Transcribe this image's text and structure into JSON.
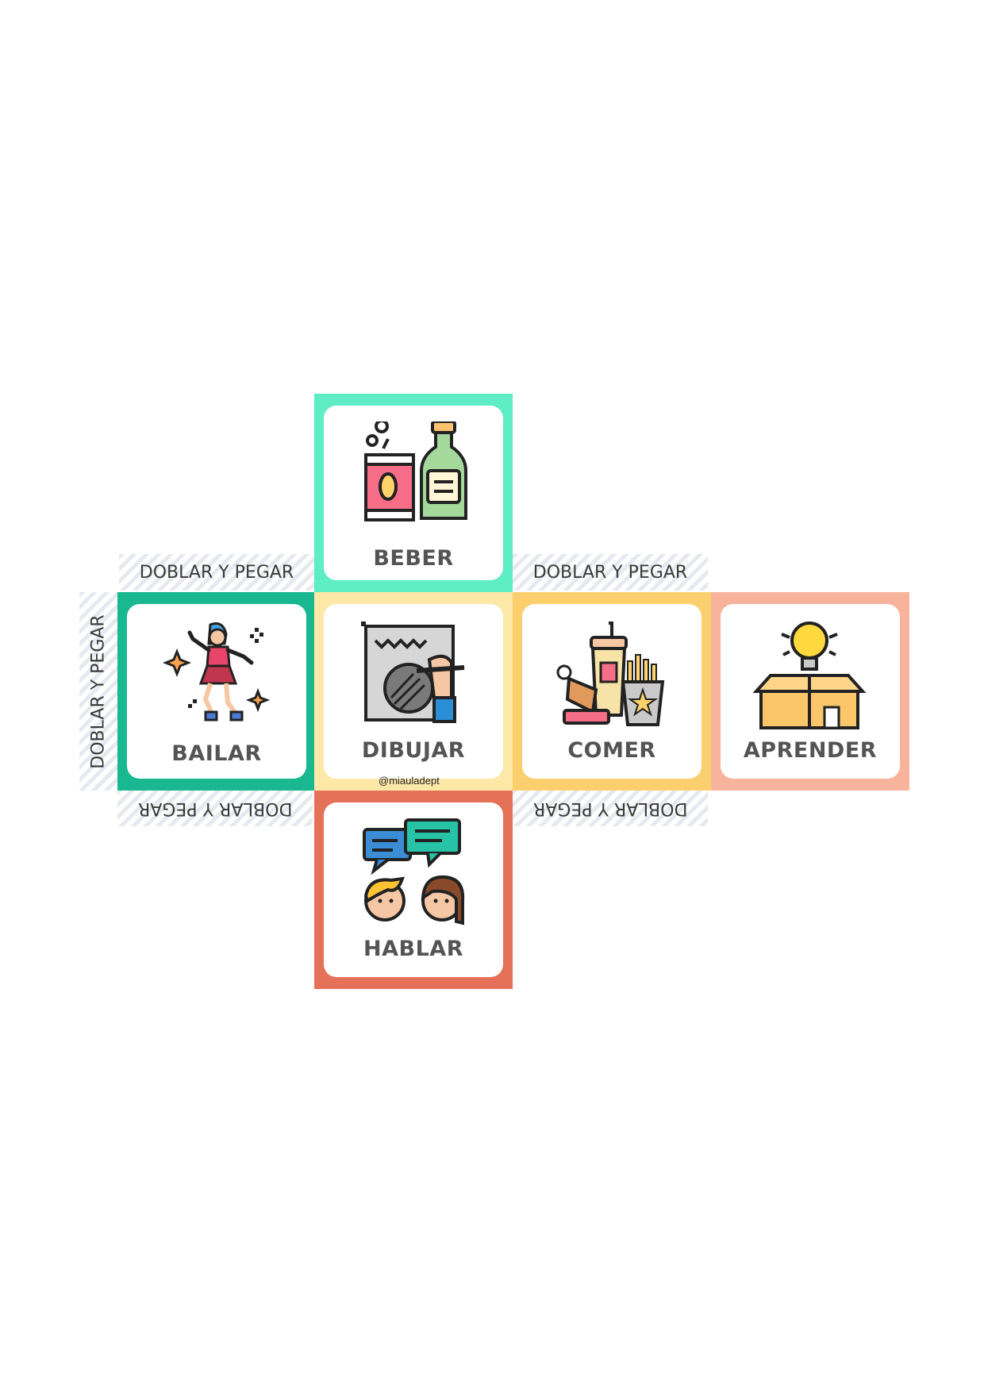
{
  "faces": {
    "beber": {
      "label": "BEBER",
      "color": "#5eedc4"
    },
    "bailar": {
      "label": "BAILAR",
      "color": "#19b890"
    },
    "dibujar": {
      "label": "DIBUJAR",
      "color": "#fde8a8"
    },
    "comer": {
      "label": "COMER",
      "color": "#fbcf6e"
    },
    "aprender": {
      "label": "APRENDER",
      "color": "#f7b39b"
    },
    "hablar": {
      "label": "HABLAR",
      "color": "#e57159"
    }
  },
  "tabs": {
    "top_left": "DOBLAR Y PEGAR",
    "top_right": "DOBLAR Y PEGAR",
    "left": "DOBLAR Y PEGAR",
    "bottom_left": "DOBLAR Y PEGAR",
    "bottom_right": "DOBLAR Y PEGAR"
  },
  "credit": "@miauladept",
  "icons": {
    "beber": "drinks-icon",
    "bailar": "dancer-icon",
    "dibujar": "drawing-icon",
    "comer": "fast-food-icon",
    "aprender": "idea-box-icon",
    "hablar": "conversation-icon"
  }
}
